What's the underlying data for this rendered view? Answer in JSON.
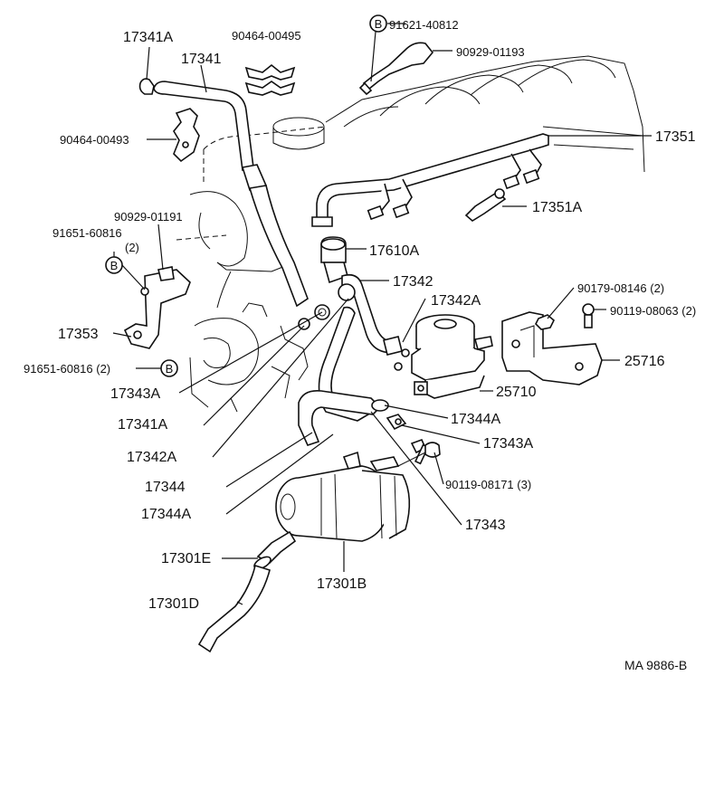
{
  "labels": {
    "p17341A_top": "17341A",
    "p90464_00495": "90464-00495",
    "p91621_40812": "91621-40812",
    "p90929_01193": "90929-01193",
    "p17341": "17341",
    "p90464_00493": "90464-00493",
    "p17351": "17351",
    "p17351A": "17351A",
    "p90929_01191": "90929-01191",
    "p91651_60816_a": "91651-60816",
    "p91651_60816_a_qty": "(2)",
    "p17610A": "17610A",
    "p17342": "17342",
    "p17342A_top": "17342A",
    "p90179_08146": "90179-08146 (2)",
    "p90119_08063": "90119-08063 (2)",
    "p17353": "17353",
    "p25716": "25716",
    "p91651_60816_b": "91651-60816 (2)",
    "p17343A_left": "17343A",
    "p25710": "25710",
    "p17341A_mid": "17341A",
    "p17344A_right": "17344A",
    "p17343A_right": "17343A",
    "p17342A_left": "17342A",
    "p17344": "17344",
    "p90119_08171": "90119-08171 (3)",
    "p17344A_left": "17344A",
    "p17343": "17343",
    "p17301E": "17301E",
    "p17301B": "17301B",
    "p17301D": "17301D",
    "diagram_code": "MA  9886-B",
    "bolt_marker": "B"
  }
}
